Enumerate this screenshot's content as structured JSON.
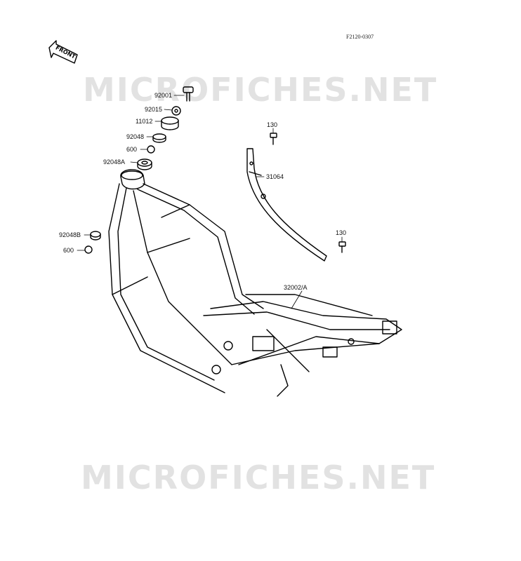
{
  "figure_id": "F2120-0307",
  "direction_label": "FRONT",
  "watermark": "MICROFICHES.NET",
  "parts": [
    {
      "number": "92001"
    },
    {
      "number": "92015"
    },
    {
      "number": "11012"
    },
    {
      "number": "92048"
    },
    {
      "number": "600"
    },
    {
      "number": "92048A"
    },
    {
      "number": "92048B"
    },
    {
      "number": "600"
    },
    {
      "number": "130"
    },
    {
      "number": "31064"
    },
    {
      "number": "130"
    },
    {
      "number": "32002/A"
    }
  ]
}
